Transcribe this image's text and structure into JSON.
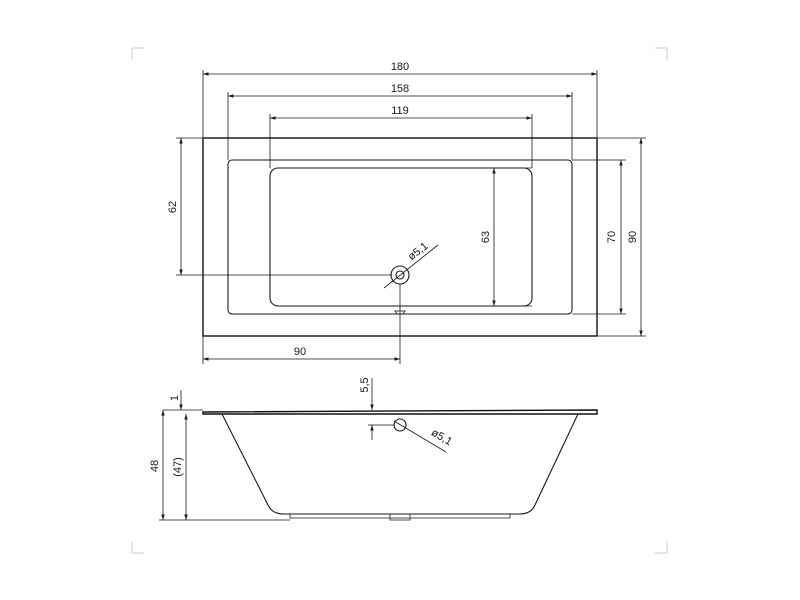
{
  "top_view": {
    "overall_length": "180",
    "outer_basin_length": "158",
    "inner_basin_length": "119",
    "drain_offset_y": "62",
    "inner_basin_width": "63",
    "outer_basin_width": "70",
    "overall_width": "90",
    "drain_offset_x": "90",
    "drain_diameter": "ø5,1"
  },
  "side_view": {
    "rim_thickness": "1",
    "overflow_offset": "5,5",
    "total_height": "48",
    "inner_depth": "(47)",
    "overflow_diameter": "ø5,1"
  },
  "colors": {
    "line": "#1a1a1a",
    "background": "#ffffff",
    "frame_corner": "#cccccc"
  }
}
